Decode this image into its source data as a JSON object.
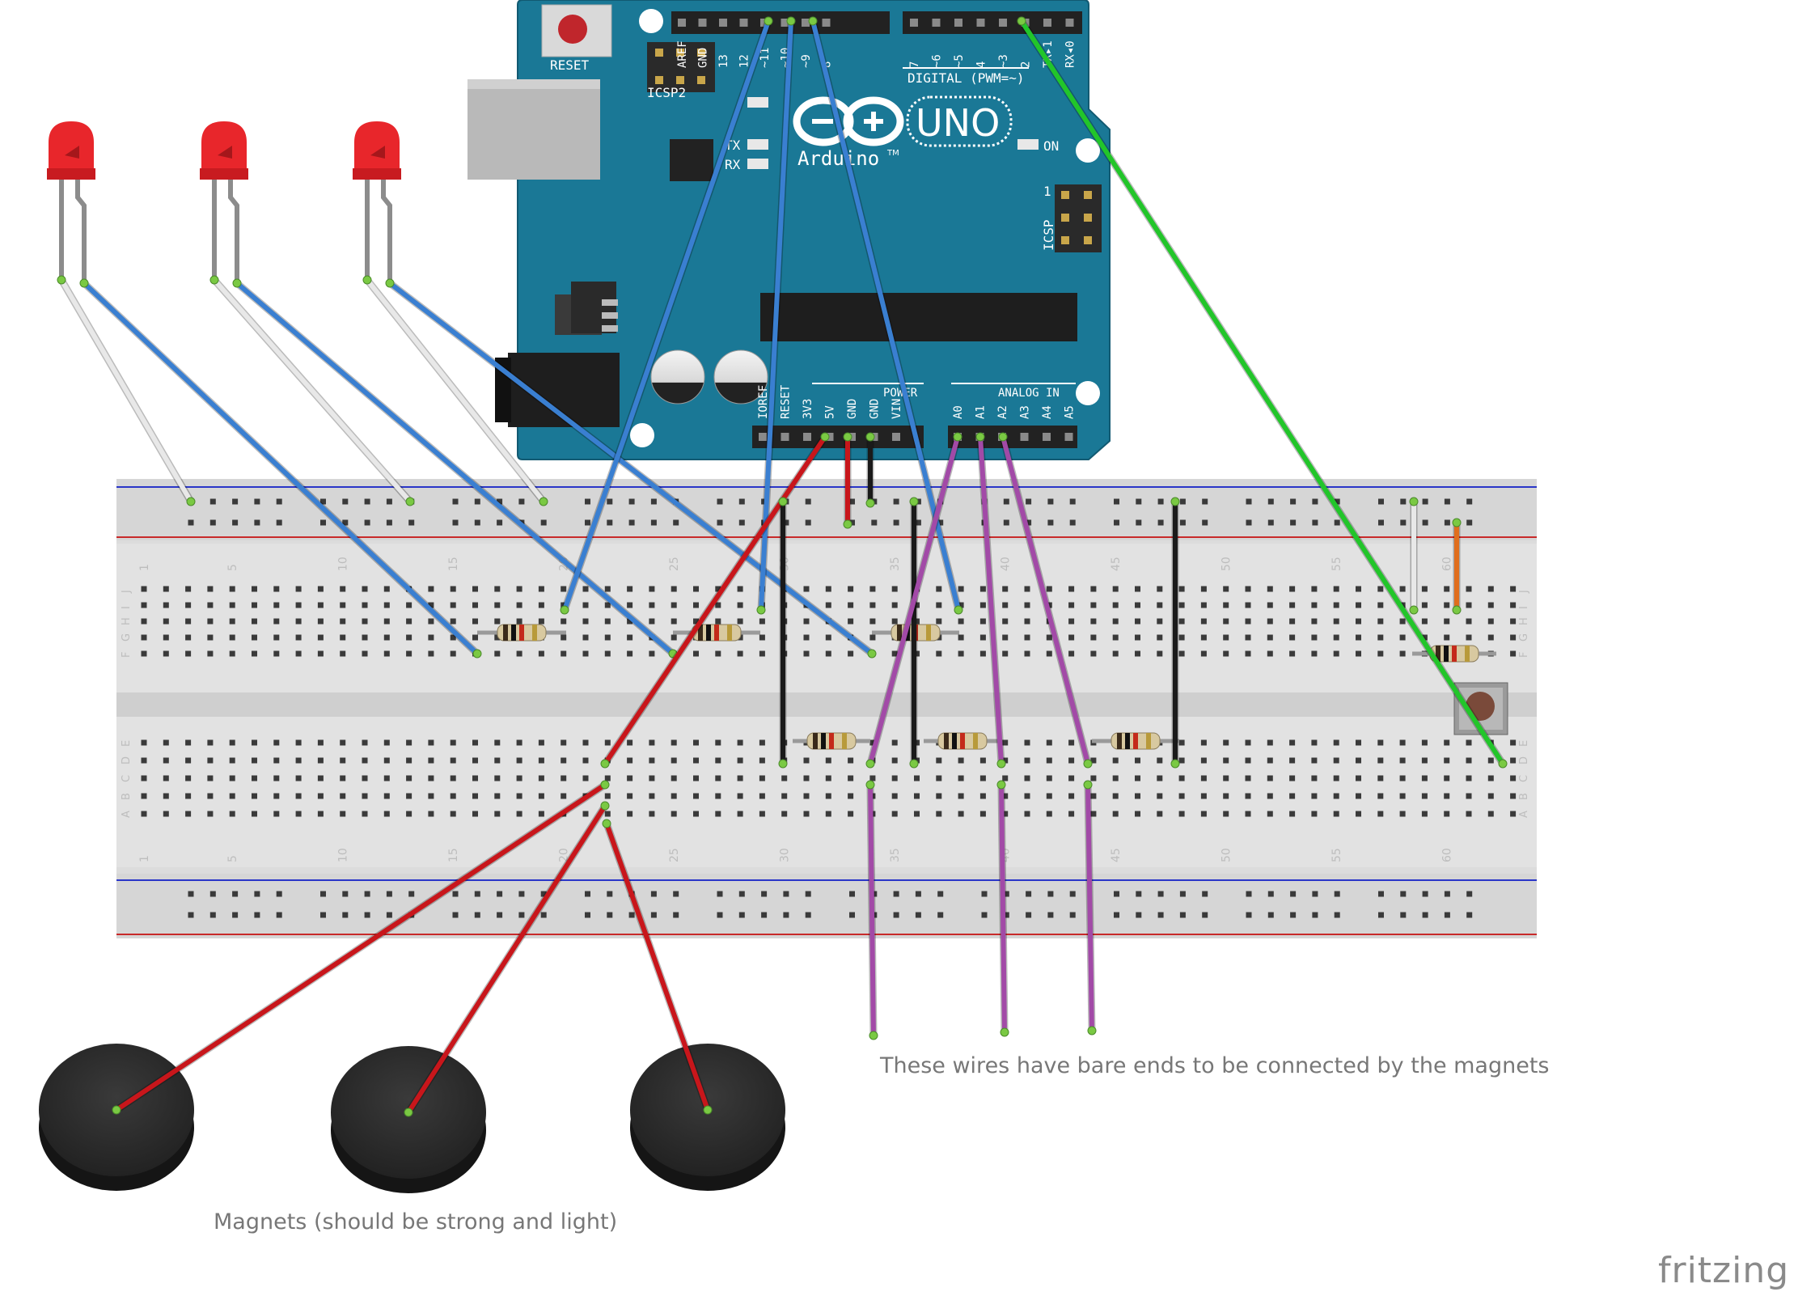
{
  "diagram": {
    "arduino": {
      "board_name": "UNO",
      "brand": "Arduino",
      "trademark": "TM",
      "reset_label": "RESET",
      "icsp_label": "ICSP",
      "icsp2_label": "ICSP2",
      "on_label": "ON",
      "tx_label": "TX",
      "rx_label": "RX",
      "icsp_pin1": "1",
      "digital_label": "DIGITAL (PWM=~)",
      "power_label": "POWER",
      "analog_label": "ANALOG IN",
      "digital_left_pins": [
        "AREF",
        "GND",
        "13",
        "12",
        "~11",
        "~10",
        "~9",
        "8"
      ],
      "digital_right_pins": [
        "7",
        "~6",
        "~5",
        "4",
        "~3",
        "2",
        "TX▸1",
        "RX◂0"
      ],
      "power_pins": [
        "IOREF",
        "RESET",
        "3V3",
        "5V",
        "GND",
        "GND",
        "VIN"
      ],
      "analog_pins": [
        "A0",
        "A1",
        "A2",
        "A3",
        "A4",
        "A5"
      ]
    },
    "breadboard": {
      "row_letters_top": [
        "J",
        "I",
        "H",
        "G",
        "F"
      ],
      "row_letters_bottom": [
        "E",
        "D",
        "C",
        "B",
        "A"
      ],
      "column_numbers": [
        "1",
        "5",
        "10",
        "15",
        "20",
        "25",
        "30",
        "35",
        "40",
        "45",
        "50",
        "55",
        "60"
      ]
    },
    "leds": [
      {
        "color": "#e8262b"
      },
      {
        "color": "#e8262b"
      },
      {
        "color": "#e8262b"
      }
    ],
    "magnets": [
      {
        "color": "#2b2b2b"
      },
      {
        "color": "#2b2b2b"
      },
      {
        "color": "#2b2b2b"
      }
    ],
    "wire_colors": {
      "blue": "#3a7fd1",
      "red": "#c8161b",
      "black": "#1a1a1a",
      "purple": "#a24aa7",
      "green": "#22c52a",
      "white": "#e8e8e8",
      "orange": "#e06e1d"
    },
    "annotations": {
      "wires_note": "These wires have bare ends to be connected by the magnets",
      "magnets_note": "Magnets (should be strong and light)"
    },
    "watermark": "fritzing"
  }
}
